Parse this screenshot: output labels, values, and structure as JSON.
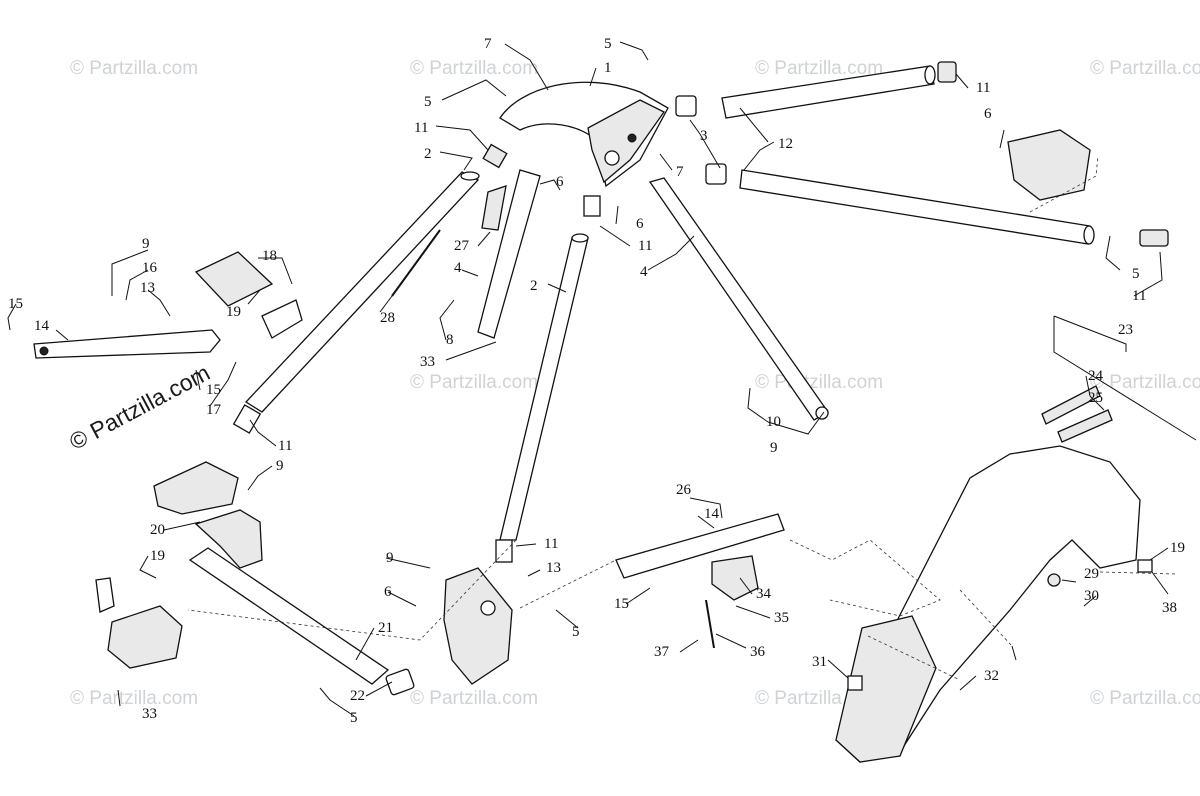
{
  "watermark": {
    "text": "© Partzilla.com",
    "main_text": "© Partzilla.com"
  },
  "callouts": [
    "1",
    "2",
    "3",
    "4",
    "5",
    "6",
    "7",
    "8",
    "9",
    "10",
    "11",
    "12",
    "13",
    "14",
    "15",
    "16",
    "17",
    "18",
    "19",
    "20",
    "21",
    "22",
    "23",
    "24",
    "25",
    "26",
    "27",
    "28",
    "29",
    "30",
    "31",
    "32",
    "33",
    "34",
    "35",
    "36",
    "37",
    "38"
  ]
}
